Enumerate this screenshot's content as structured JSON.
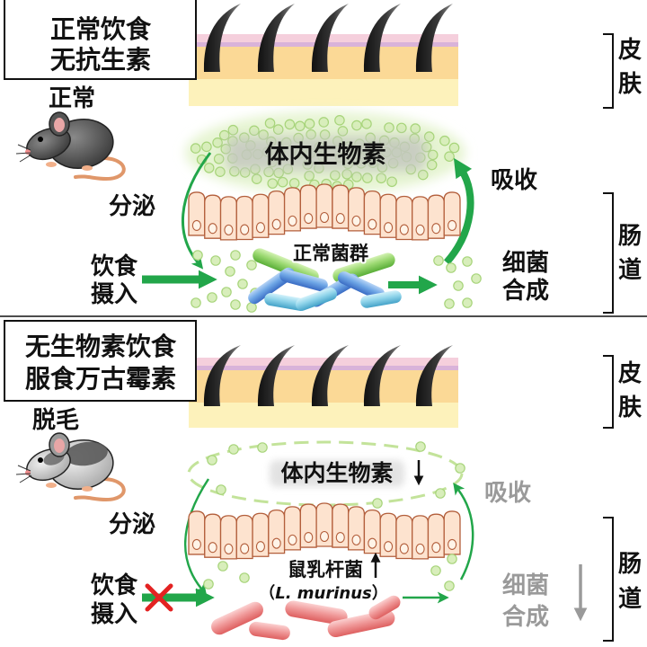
{
  "colors": {
    "arrow_green": "#22a64a",
    "biotin_dot_fill": "#d8eebb",
    "biotin_dot_stroke": "#a7d47a",
    "muted_label": "#9a9a9a",
    "block_cross": "#e32222"
  },
  "icons": {
    "biotin_change": "down-arrow-icon",
    "lactobacillus_change": "up-arrow-icon",
    "synthesis_change": "down-arrow-icon",
    "intake_blocked": "cross-icon",
    "animal": "mouse-icon"
  },
  "region_labels": {
    "skin": [
      "皮",
      "肤"
    ],
    "gut": [
      "肠",
      "道"
    ]
  },
  "normal": {
    "condition": [
      "正常饮食",
      "无抗生素"
    ],
    "mouse_label": "正常",
    "biotin_label": "体内生物素",
    "absorption_label": "吸收",
    "secretion_label": "分泌",
    "flora_label": "正常菌群",
    "intake": [
      "饮食",
      "摄入"
    ],
    "synthesis": [
      "细菌",
      "合成"
    ]
  },
  "deficient": {
    "condition": [
      "无生物素饮食",
      "服食万古霉素"
    ],
    "mouse_label": "脱毛",
    "biotin_label": "体内生物素",
    "absorption_label": "吸收",
    "secretion_label": "分泌",
    "bacteria_label": "鼠乳杆菌",
    "bacteria_latin": {
      "open": "（",
      "name": "L. murinus",
      "close": "）"
    },
    "intake": [
      "饮食",
      "摄入"
    ],
    "synthesis": [
      "细菌",
      "合成"
    ]
  }
}
